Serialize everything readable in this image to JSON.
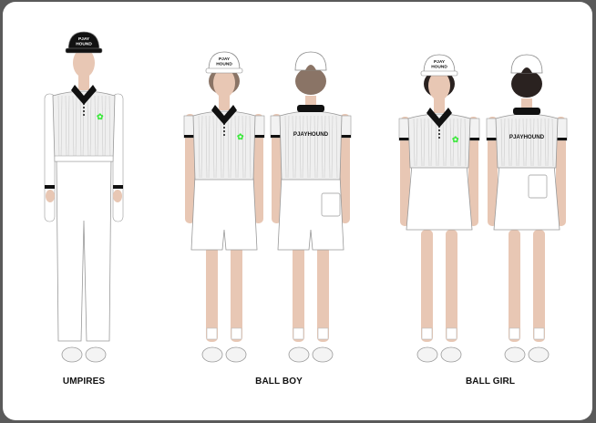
{
  "brand": "PJAYHOUND",
  "cap_text": [
    "PJAY",
    "HOUND"
  ],
  "groups": [
    {
      "label": "UMPIRES"
    },
    {
      "label": "BALL BOY"
    },
    {
      "label": "BALL GIRL"
    }
  ],
  "figures": [
    {
      "role": "umpire",
      "view": "front",
      "garment": "pants",
      "cap_color": "#111111",
      "hair": "none"
    },
    {
      "role": "ball-boy",
      "view": "front",
      "garment": "shorts",
      "cap_color": "#ffffff",
      "hair": "#8a7466"
    },
    {
      "role": "ball-boy",
      "view": "back",
      "garment": "shorts",
      "cap_color": "#ffffff",
      "hair": "#8a7466"
    },
    {
      "role": "ball-girl",
      "view": "front",
      "garment": "skirt",
      "cap_color": "#ffffff",
      "hair": "#2a2220"
    },
    {
      "role": "ball-girl",
      "view": "back",
      "garment": "skirt",
      "cap_color": "#ffffff",
      "hair": "#2a2220"
    }
  ],
  "colors": {
    "frame": "#5a5a5a",
    "logo_green": "#3ee83e",
    "skin": "#e8c7b4",
    "collar": "#111111"
  }
}
